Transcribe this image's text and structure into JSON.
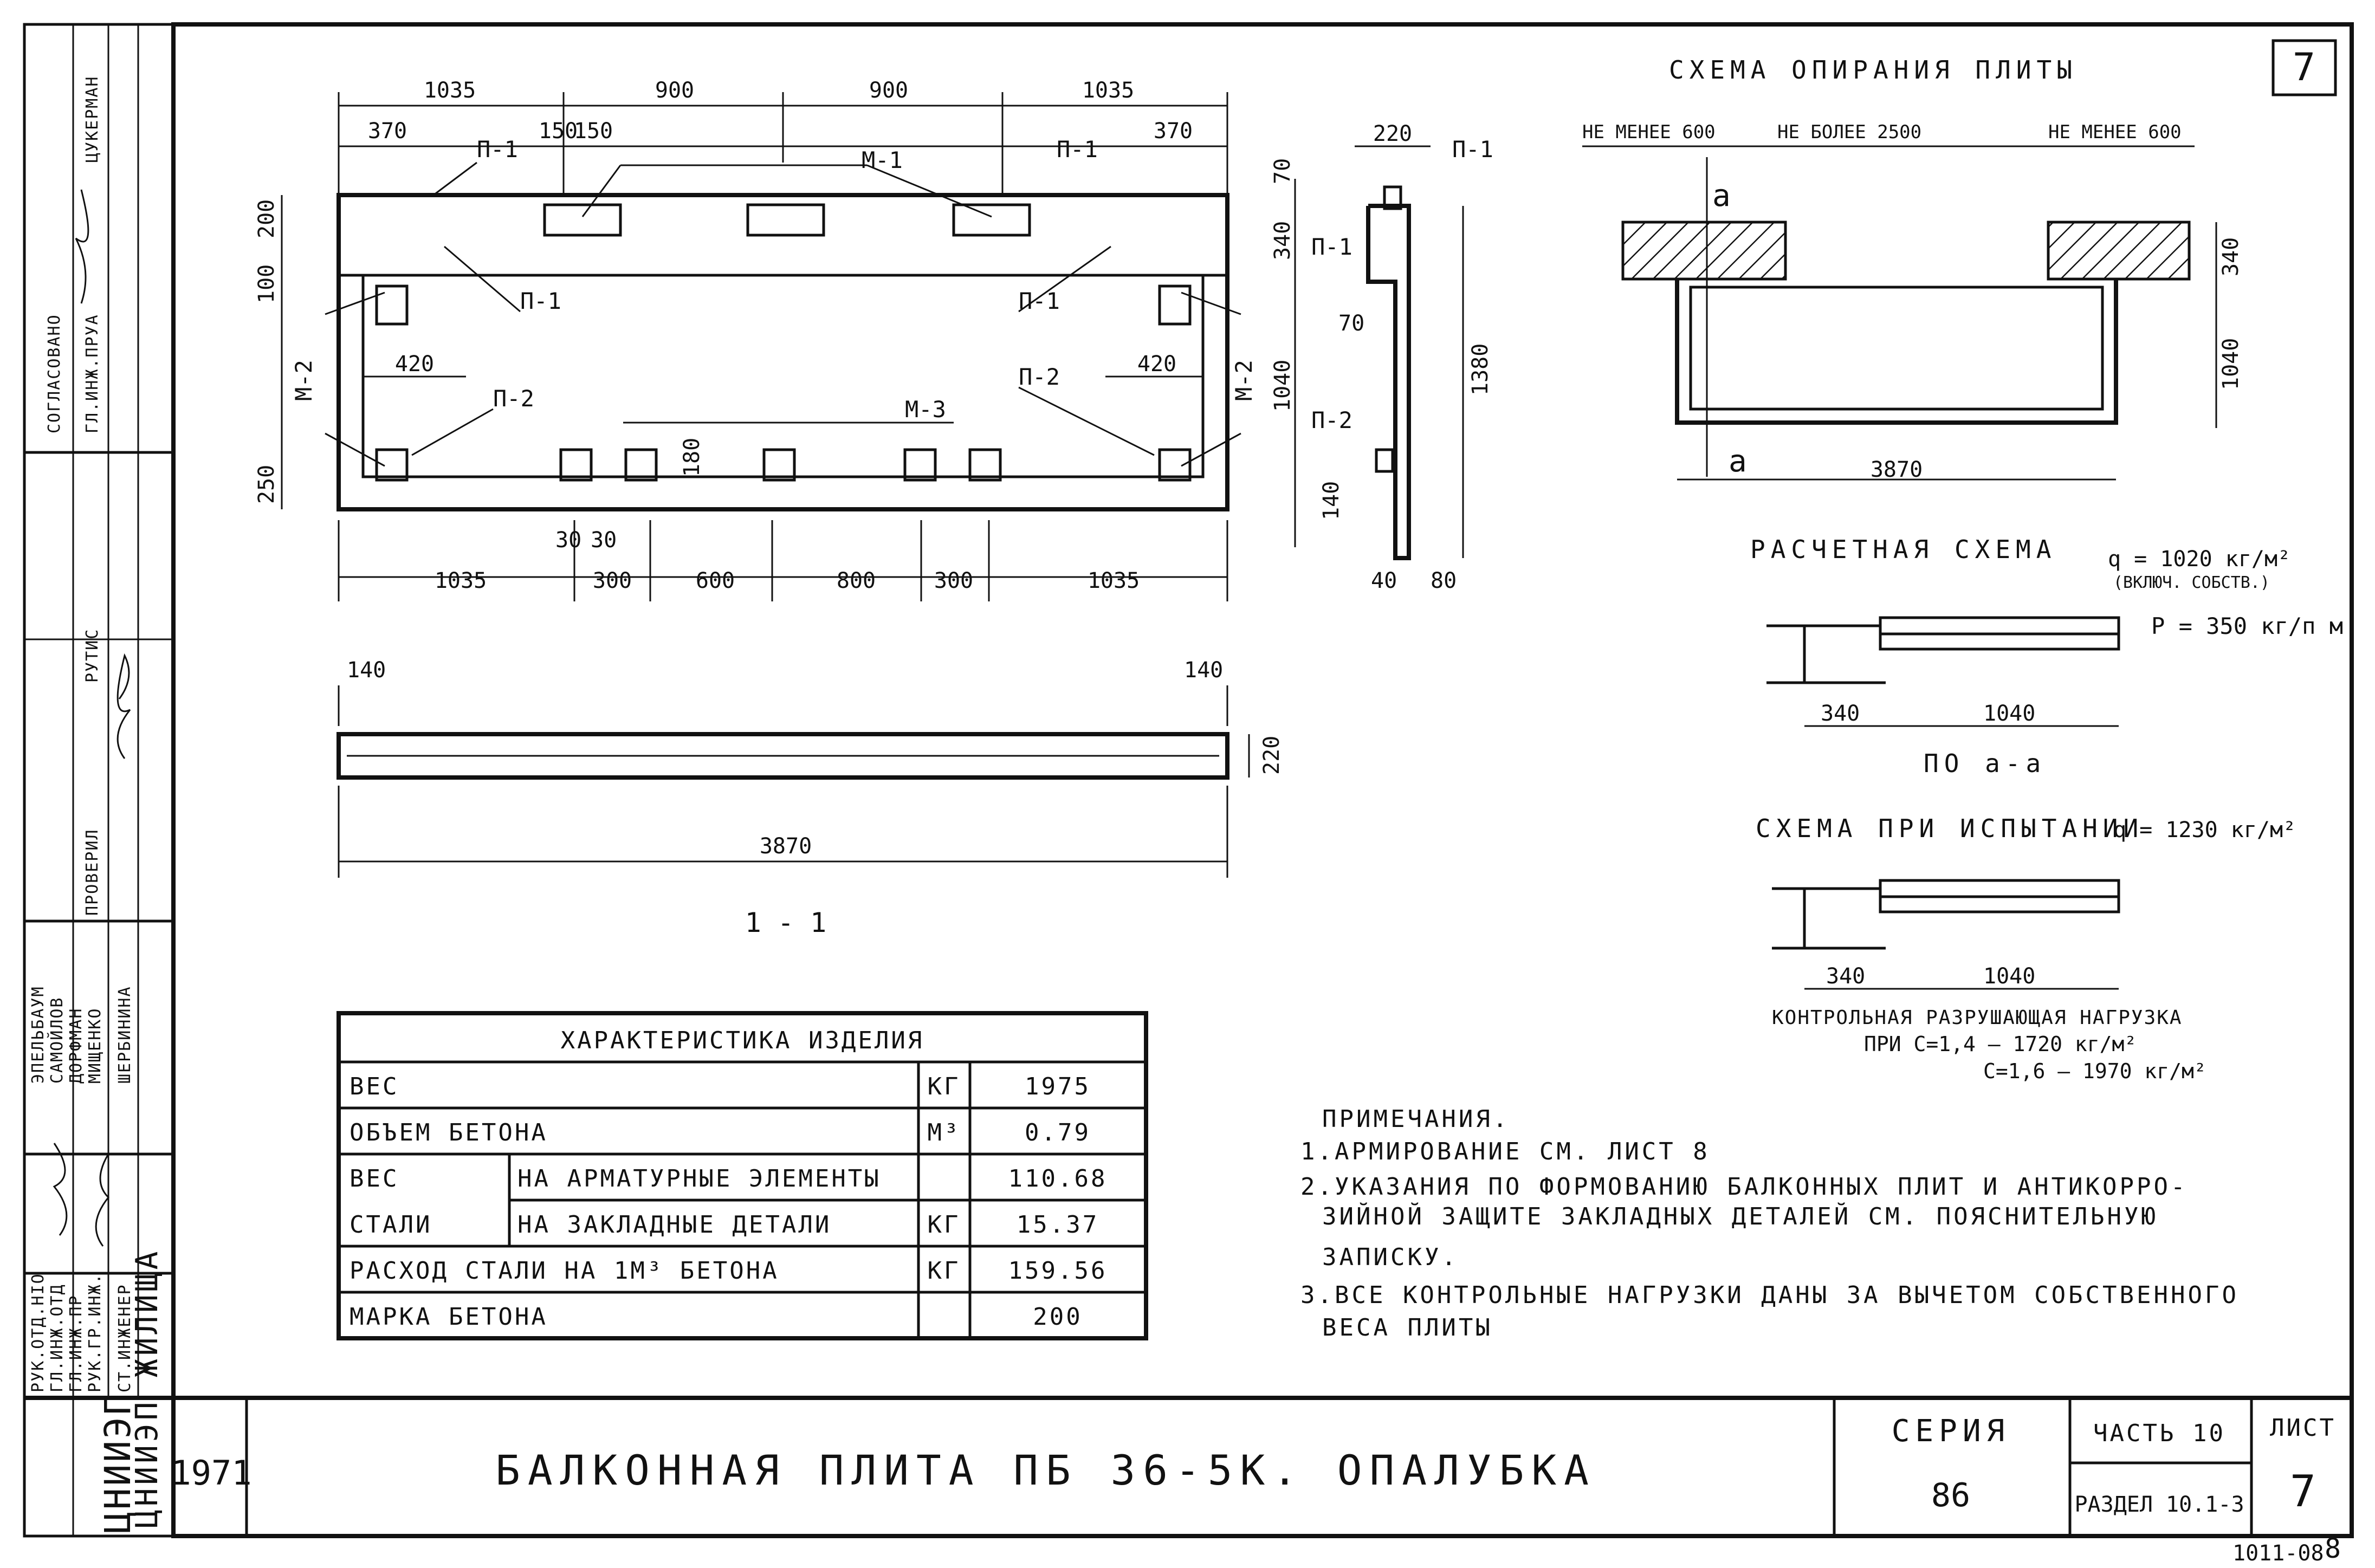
{
  "sheet_number_corner": "7",
  "side_stamp": {
    "header": "СОГЛАСОВАНО",
    "row1_role": "ГЛ.ИНЖ.ПРУА",
    "row1_name": "ЦУКЕРМАН",
    "checked_label": "ПРОВЕРИЛ",
    "checked_name": "РУТИС",
    "roles": [
      "РУК.ОТД.НІО",
      "ГЛ.ИНЖ.ОТД",
      "ГЛ.ИНЖ.ПР",
      "РУК.ГР.ИНЖ.",
      "СТ.ИНЖЕНЕР"
    ],
    "names": [
      "ЭПЕЛЬБАУМ",
      "САМОЙЛОВ",
      "ДОРФМАН",
      "МИЩЕНКО",
      "ШЕРБИНИНА"
    ],
    "org": "ЦНИИЭП ЖИЛИЩА"
  },
  "plan": {
    "top_dims": [
      "1035",
      "900",
      "900",
      "1035"
    ],
    "sub_dims": [
      "370",
      "150",
      "150",
      "370"
    ],
    "bottom_dims_small": [
      "30",
      "30"
    ],
    "bottom_dims": [
      "1035",
      "300",
      "600",
      "800",
      "300",
      "1035"
    ],
    "left_dims": [
      "200",
      "100",
      "250"
    ],
    "inner_dims": [
      "420",
      "420",
      "180"
    ],
    "labels": {
      "p1": "П-1",
      "p2": "П-2",
      "m1": "М-1",
      "m2": "М-2",
      "m3": "М-3"
    }
  },
  "side_view": {
    "dims_top": [
      "220"
    ],
    "dims_right": [
      "70",
      "340",
      "70",
      "1040",
      "1380",
      "140"
    ],
    "dims_bottom": [
      "40",
      "80"
    ],
    "labels": [
      "П-1",
      "П-1",
      "П-2"
    ]
  },
  "section_view": {
    "dims_top": [
      "140",
      "140"
    ],
    "dim_right": "220",
    "dim_bottom": "3870",
    "caption": "1 - 1"
  },
  "support_scheme": {
    "title": "СХЕМА ОПИРАНИЯ ПЛИТЫ",
    "dims_top": [
      "НЕ МЕНЕЕ 600",
      "НЕ БОЛЕЕ 2500",
      "НЕ МЕНЕЕ 600"
    ],
    "section_marks": [
      "а",
      "а"
    ],
    "dims_right": [
      "340",
      "1040"
    ],
    "dim_bottom": "3870"
  },
  "calc_scheme": {
    "title": "РАСЧЕТНАЯ СХЕМА",
    "load_q": "q = 1020 кг/м²",
    "load_q_note": "(ВКЛЮЧ. СОБСТВ.)",
    "load_p": "P = 350 кг/п м",
    "dims": [
      "340",
      "1040"
    ],
    "caption": "ПО а-а"
  },
  "test_scheme": {
    "title": "СХЕМА ПРИ ИСПЫТАНИИ",
    "load_q": "q = 1230 кг/м²",
    "dims": [
      "340",
      "1040"
    ],
    "control_title": "КОНТРОЛЬНАЯ РАЗРУШАЮЩАЯ НАГРУЗКА",
    "control_line1": "ПРИ  C=1,4  —  1720 кг/м²",
    "control_line2": "C=1,6  —  1970 кг/м²"
  },
  "characteristics": {
    "title": "ХАРАКТЕРИСТИКА ИЗДЕЛИЯ",
    "rows": [
      {
        "label": "ВЕС",
        "sub": "",
        "unit": "КГ",
        "value": "1975"
      },
      {
        "label": "ОБЪЕМ БЕТОНА",
        "sub": "",
        "unit": "М³",
        "value": "0.79"
      },
      {
        "label": "ВЕС",
        "sub": "НА АРМАТУРНЫЕ ЭЛЕМЕНТЫ",
        "unit": "",
        "value": "110.68"
      },
      {
        "label": "СТАЛИ",
        "sub": "НА ЗАКЛАДНЫЕ ДЕТАЛИ",
        "unit": "КГ",
        "value": "15.37"
      },
      {
        "label": "РАСХОД СТАЛИ НА 1М³ БЕТОНА",
        "sub": "",
        "unit": "КГ",
        "value": "159.56"
      },
      {
        "label": "МАРКА БЕТОНА",
        "sub": "",
        "unit": "",
        "value": "200"
      }
    ]
  },
  "notes": {
    "title": "ПРИМЕЧАНИЯ.",
    "items": [
      "1.АРМИРОВАНИЕ СМ. ЛИСТ 8",
      "2.УКАЗАНИЯ ПО ФОРМОВАНИЮ БАЛКОННЫХ ПЛИТ И АНТИКОРРО-",
      "ЗИЙНОЙ ЗАЩИТЕ ЗАКЛАДНЫХ ДЕТАЛЕЙ СМ. ПОЯСНИТЕЛЬНУЮ",
      "ЗАПИСКУ.",
      "3.ВСЕ КОНТРОЛЬНЫЕ НАГРУЗКИ ДАНЫ ЗА ВЫЧЕТОМ СОБСТВЕННОГО",
      "ВЕСА ПЛИТЫ"
    ]
  },
  "title_block": {
    "org": "ЦНИИЭП",
    "org2": "ЖИЛИЩА",
    "year": "1971",
    "title": "БАЛКОННАЯ ПЛИТА ПБ 36-5К. ОПАЛУБКА",
    "series_label": "СЕРИЯ",
    "series_value": "86",
    "part": "ЧАСТЬ 10",
    "section": "РАЗДЕЛ 10.1-3",
    "sheet_label": "ЛИСТ",
    "sheet_value": "7",
    "doc_code": "1011-08",
    "page": "8"
  }
}
